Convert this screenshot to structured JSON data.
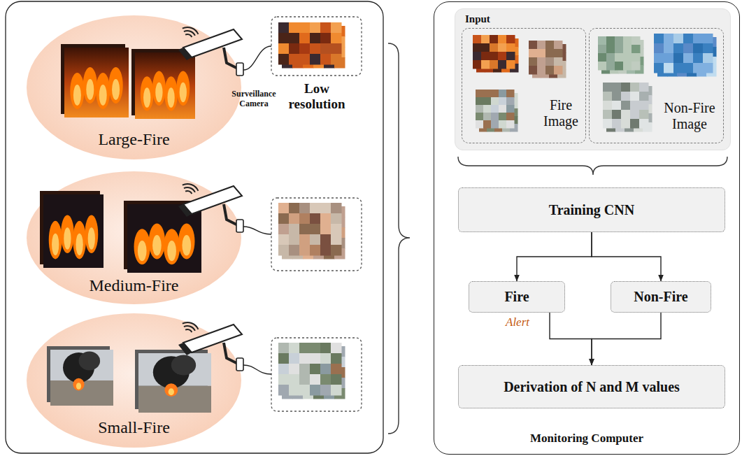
{
  "diagram": {
    "nodes": [
      {
        "text": [
          "Large-Fire"
        ]
      },
      {
        "text": [
          "Medium-Fire"
        ]
      },
      {
        "text": [
          "Small-Fire"
        ]
      },
      {
        "text": [
          "Monitoring Computer"
        ]
      },
      {
        "text": [
          "Input"
        ],
        "in": 3
      },
      {
        "text": [
          "Fire Image"
        ],
        "in": 4
      },
      {
        "text": [
          "Non-Fire Image"
        ],
        "in": 4
      },
      {
        "text": [
          "Training CNN"
        ],
        "in": 3
      },
      {
        "text": [
          "Fire"
        ],
        "in": 3
      },
      {
        "text": [
          "Non-Fire"
        ],
        "in": 3
      },
      {
        "text": [
          "Derivation of N and M values"
        ],
        "in": 3
      }
    ],
    "edges": [
      {
        "from": 7,
        "to": 8,
        "arrow": "to"
      },
      {
        "from": 7,
        "to": 9,
        "arrow": "to"
      },
      {
        "from": 8,
        "to": 10,
        "arrow": "to"
      },
      {
        "from": 9,
        "to": 10,
        "arrow": "to"
      }
    ],
    "labels": [
      "Surveillance Camera",
      "Low resolution",
      "Alert"
    ]
  }
}
